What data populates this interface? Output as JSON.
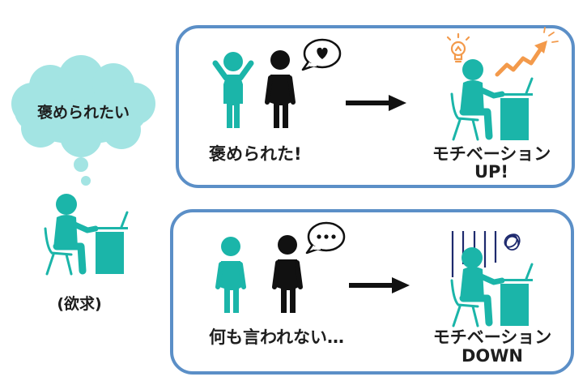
{
  "thought_bubble": {
    "text": "褒められたい"
  },
  "left_caption": "(欲求)",
  "panels": [
    {
      "id": "praised",
      "event_label": "褒められた!",
      "result_line1": "モチベーション",
      "result_line2": "UP!",
      "speech_icon": "heart-icon"
    },
    {
      "id": "ignored",
      "event_label": "何も言われない…",
      "result_line1": "モチベーション",
      "result_line2": "DOWN",
      "speech_icon": "ellipsis-icon"
    }
  ],
  "colors": {
    "teal": "#1bb5a9",
    "black": "#111111",
    "panel_border": "#5b8fc7",
    "cloud": "#a3e4e3",
    "orange": "#f39a4b",
    "navy": "#1e2a6e"
  }
}
